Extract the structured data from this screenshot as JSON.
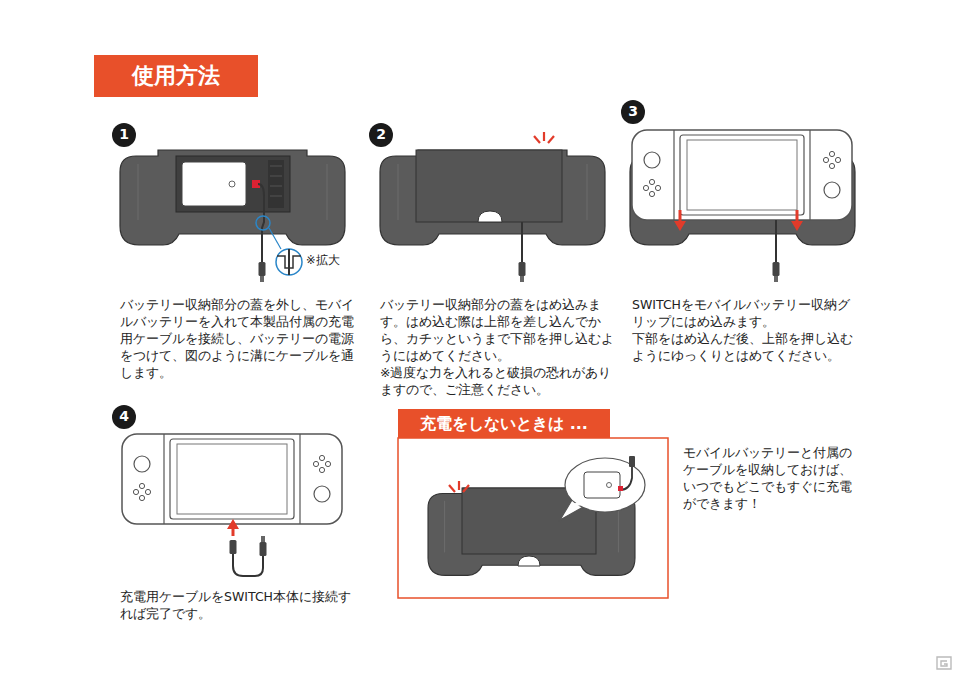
{
  "diagram": {
    "nodes": [
      {
        "text": [
          "使用方法"
        ]
      },
      {
        "text": [
          "1"
        ]
      },
      {
        "text": [
          "2"
        ]
      },
      {
        "text": [
          "3"
        ]
      },
      {
        "text": [
          "4"
        ]
      },
      {
        "text": [
          "充電をしないときは ..."
        ]
      }
    ],
    "labels": [
      "※拡大",
      "バッテリー収納部分の蓋を外し、モバイルバッテリーを入れて本製品付属の充電用ケーブルを接続し、バッテリーの電源をつけて、図のように溝にケーブルを通します。",
      "バッテリー収納部分の蓋をはめ込みます。はめ込む際は上部を差し込んでから、カチッというまで下部を押し込むようにはめてください。",
      "※過度な力を入れると破損の恐れがありますので、ご注意ください。",
      "SWITCHをモバイルバッテリー収納グリップにはめ込みます。",
      "下部をはめ込んだ後、上部を押し込むようにゆっくりとはめてください。",
      "充電用ケーブルをSWITCH本体に接続すれば完了です。",
      "モバイルバッテリーと付属のケーブルを収納しておけば、いつでもどこでもすぐに充電ができます！"
    ]
  }
}
